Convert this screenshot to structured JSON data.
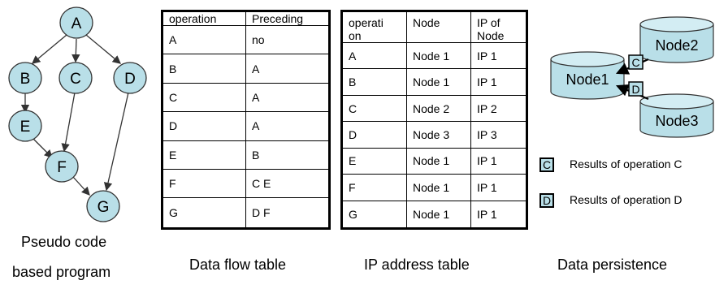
{
  "colors": {
    "node_fill": "#b9dfe8",
    "stroke": "#333333"
  },
  "graph": {
    "nodes": [
      "A",
      "B",
      "C",
      "D",
      "E",
      "F",
      "G"
    ],
    "caption_line1": "Pseudo code",
    "caption_line2": "based program"
  },
  "dataflow": {
    "caption": "Data flow table",
    "headers": [
      "operation",
      "Preceding"
    ],
    "rows": [
      [
        "A",
        "no"
      ],
      [
        "B",
        "A"
      ],
      [
        "C",
        "A"
      ],
      [
        "D",
        "A"
      ],
      [
        "E",
        "B"
      ],
      [
        "F",
        "C E"
      ],
      [
        "G",
        "D F"
      ]
    ]
  },
  "ipaddr": {
    "caption": "IP address table",
    "headers": [
      "operati\non",
      "Node",
      "IP of\nNode"
    ],
    "rows": [
      [
        "A",
        "Node 1",
        "IP 1"
      ],
      [
        "B",
        "Node 1",
        "IP 1"
      ],
      [
        "C",
        "Node 2",
        "IP 2"
      ],
      [
        "D",
        "Node 3",
        "IP 3"
      ],
      [
        "E",
        "Node 1",
        "IP 1"
      ],
      [
        "F",
        "Node 1",
        "IP 1"
      ],
      [
        "G",
        "Node 1",
        "IP 1"
      ]
    ]
  },
  "persistence": {
    "caption": "Data persistence",
    "db_node1": "Node1",
    "db_node2": "Node2",
    "db_node3": "Node3",
    "tag_c": "C",
    "tag_d": "D",
    "legend": [
      {
        "key": "C",
        "text": "Results of operation C"
      },
      {
        "key": "D",
        "text": "Results of operation D"
      }
    ]
  }
}
